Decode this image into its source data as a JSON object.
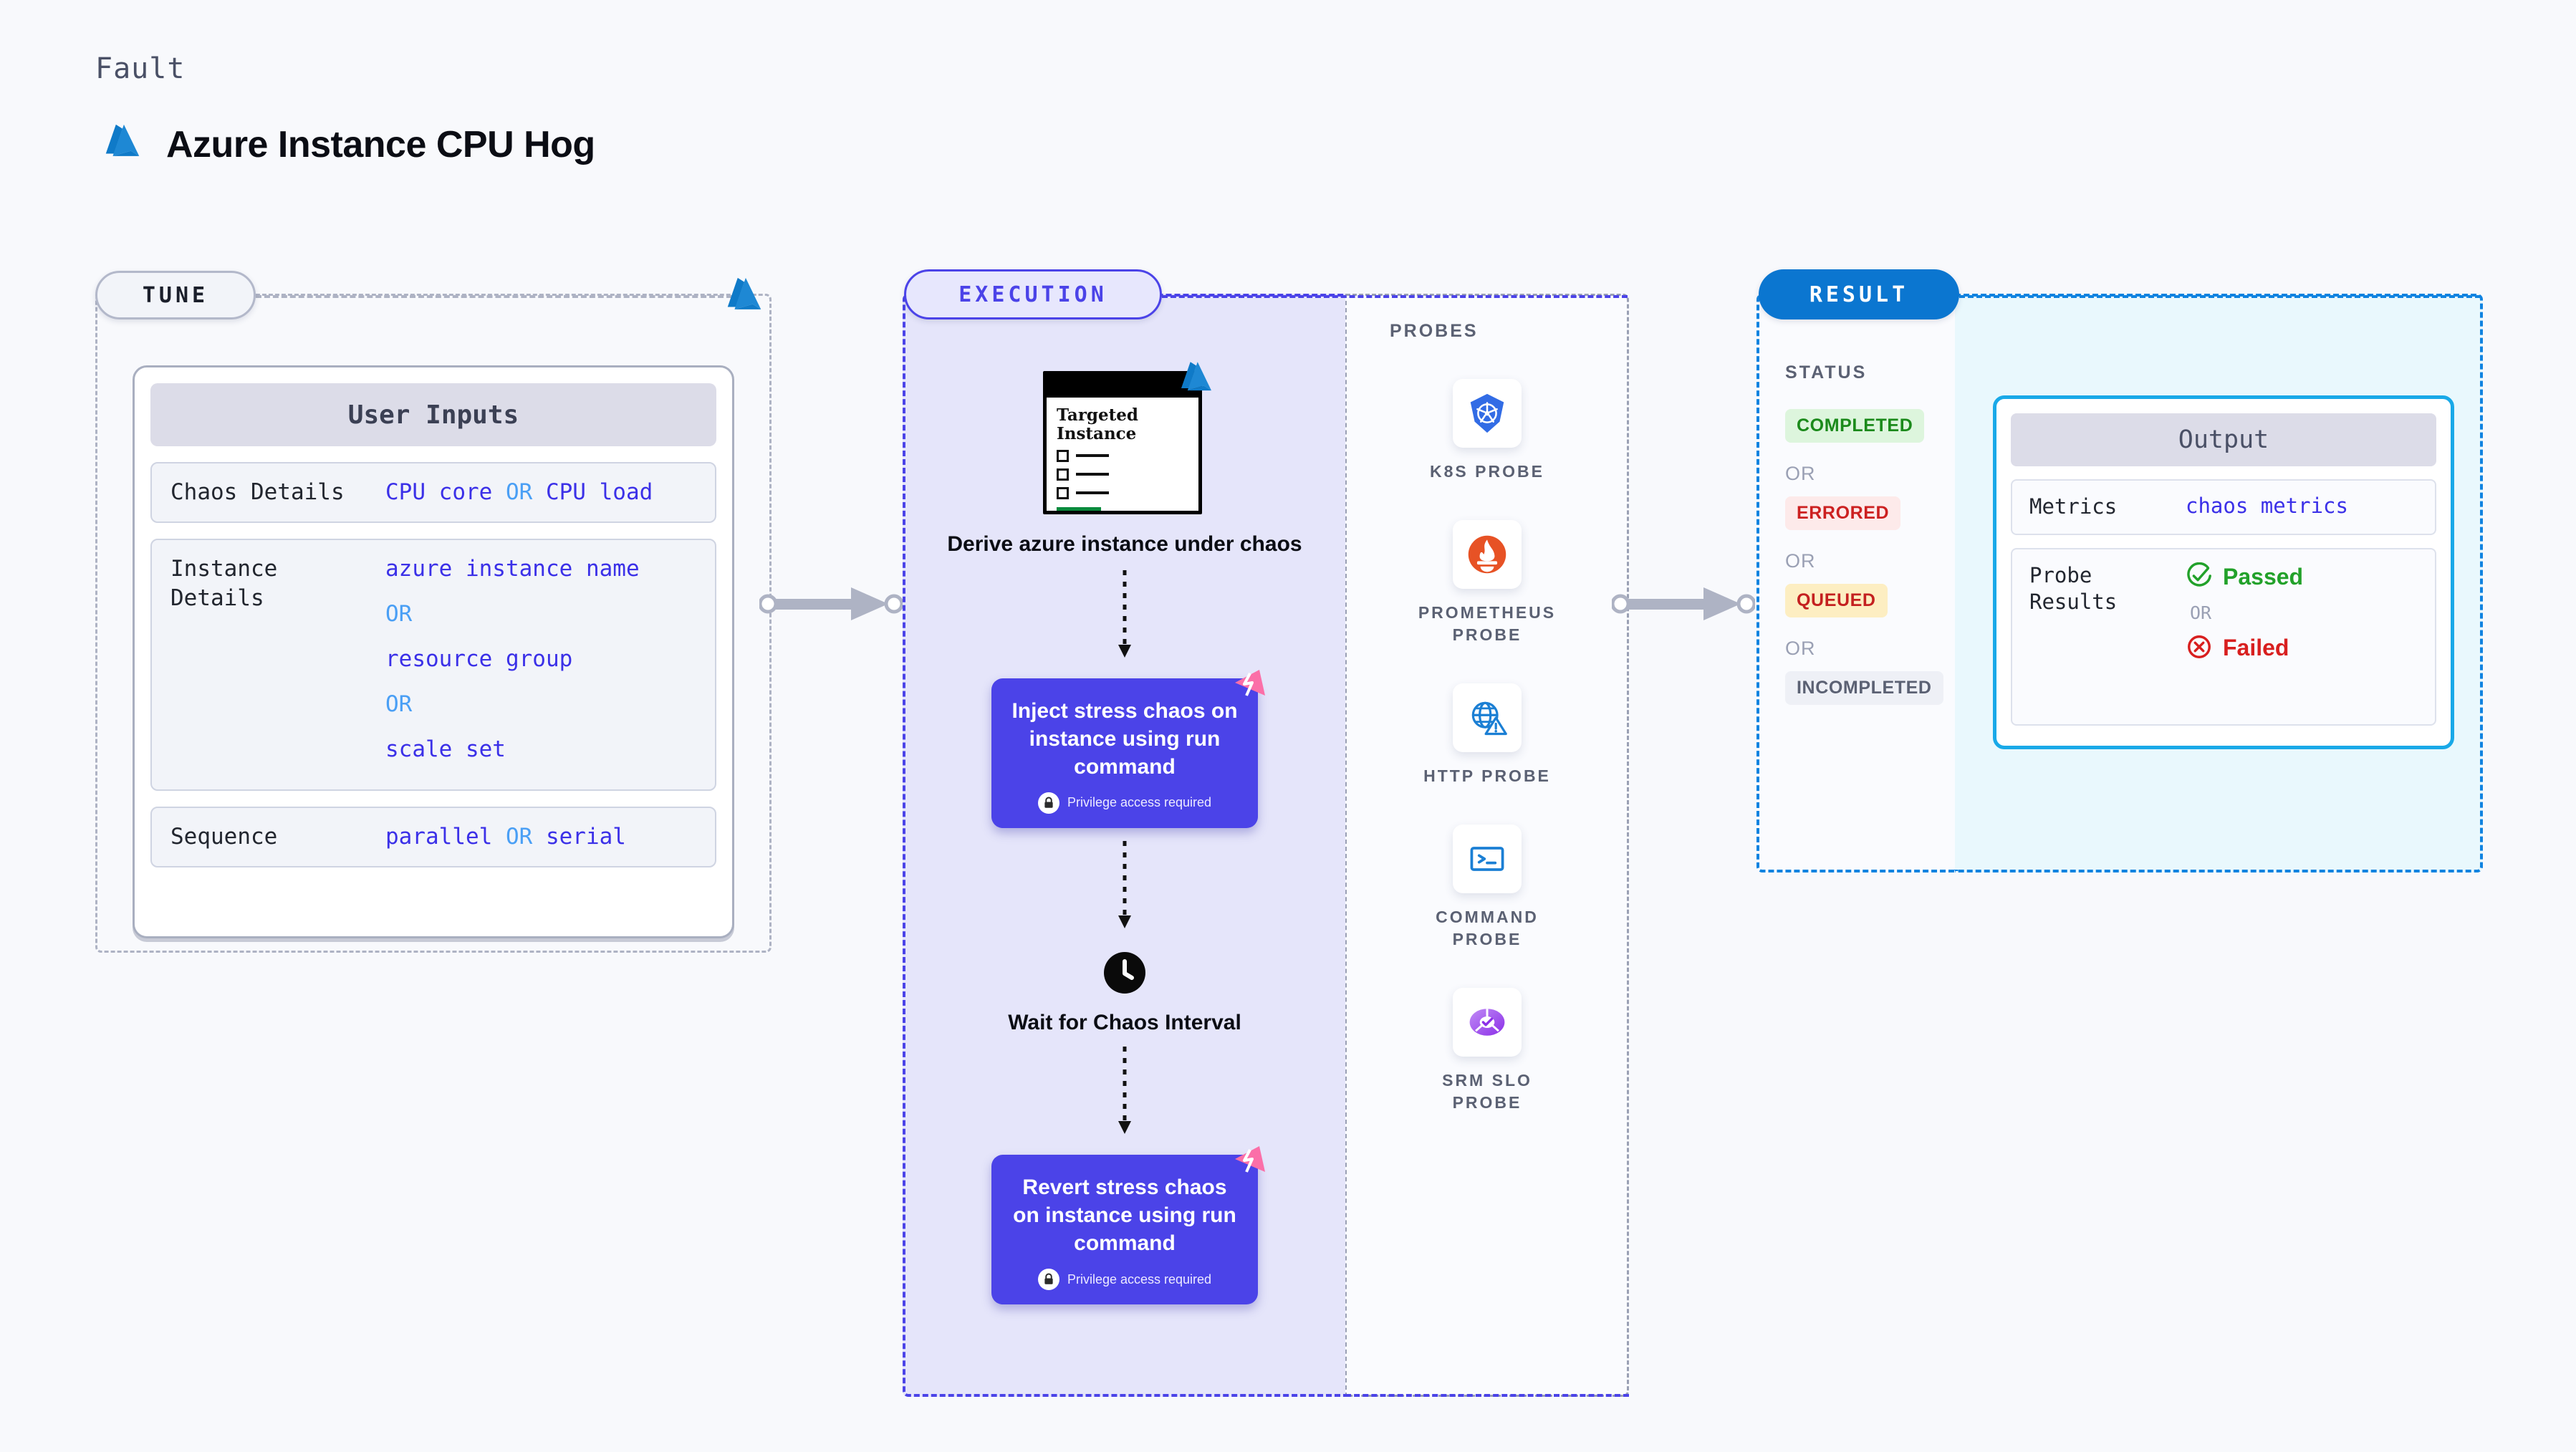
{
  "header": {
    "kicker": "Fault",
    "title": "Azure Instance CPU Hog",
    "logo_icon": "azure-logo-icon",
    "accent_azure": "#0f7ac8"
  },
  "tune": {
    "badge": "TUNE",
    "badge_color": "#1b1f2b",
    "card": {
      "title": "User Inputs",
      "rows": [
        {
          "key": "Chaos Details",
          "values": [
            "CPU core",
            "CPU load"
          ],
          "separator": "OR",
          "layout": "inline"
        },
        {
          "key": "Instance\nDetails",
          "values": [
            "azure instance name",
            "resource group",
            "scale set"
          ],
          "separator": "OR",
          "layout": "stacked"
        },
        {
          "key": "Sequence",
          "values": [
            "parallel",
            "serial"
          ],
          "separator": "OR",
          "layout": "inline"
        }
      ]
    },
    "value_color": "#3b30e8",
    "or_color": "#4a9ff5"
  },
  "execution": {
    "badge": "EXECUTION",
    "badge_color": "#4b43e8",
    "targeted_instance": {
      "card_title": "Targeted\nInstance",
      "logo_icon": "azure-logo-icon",
      "checkbox_count": 3
    },
    "caption": "Derive azure instance\nunder chaos",
    "steps": [
      {
        "label": "Inject stress chaos\non instance using\nrun command",
        "privilege_note": "Privilege access required",
        "lock_icon": "lock-icon",
        "ribbon_icon": "lightning-bolt-ribbon-icon"
      },
      {
        "label": "Revert stress chaos\non instance using\nrun command",
        "privilege_note": "Privilege access required",
        "lock_icon": "lock-icon",
        "ribbon_icon": "lightning-bolt-ribbon-icon"
      }
    ],
    "wait": {
      "icon": "clock-icon",
      "label": "Wait for Chaos\nInterval"
    }
  },
  "probes": {
    "title": "PROBES",
    "items": [
      {
        "label": "K8S PROBE",
        "icon": "kubernetes-icon"
      },
      {
        "label": "PROMETHEUS\nPROBE",
        "icon": "prometheus-icon"
      },
      {
        "label": "HTTP PROBE",
        "icon": "http-globe-warning-icon"
      },
      {
        "label": "COMMAND\nPROBE",
        "icon": "terminal-icon"
      },
      {
        "label": "SRM SLO\nPROBE",
        "icon": "srm-slo-donut-icon"
      }
    ]
  },
  "result": {
    "badge": "RESULT",
    "badge_color": "#0b76d0",
    "status_title": "STATUS",
    "or_text": "OR",
    "statuses": [
      {
        "label": "COMPLETED",
        "bg": "#ddf5dd",
        "fg": "#1b8a1b"
      },
      {
        "label": "ERRORED",
        "bg": "#fdeaea",
        "fg": "#cc2020"
      },
      {
        "label": "QUEUED",
        "bg": "#fdeec2",
        "fg": "#c42020"
      },
      {
        "label": "INCOMPLETED",
        "bg": "#eef0f6",
        "fg": "#5b6173"
      }
    ],
    "output": {
      "title": "Output",
      "metrics_key": "Metrics",
      "metrics_value": "chaos metrics",
      "probe_results_key": "Probe\nResults",
      "passed_label": "Passed",
      "passed_icon": "check-circle-icon",
      "failed_label": "Failed",
      "failed_icon": "x-circle-icon",
      "or_text": "OR"
    }
  }
}
